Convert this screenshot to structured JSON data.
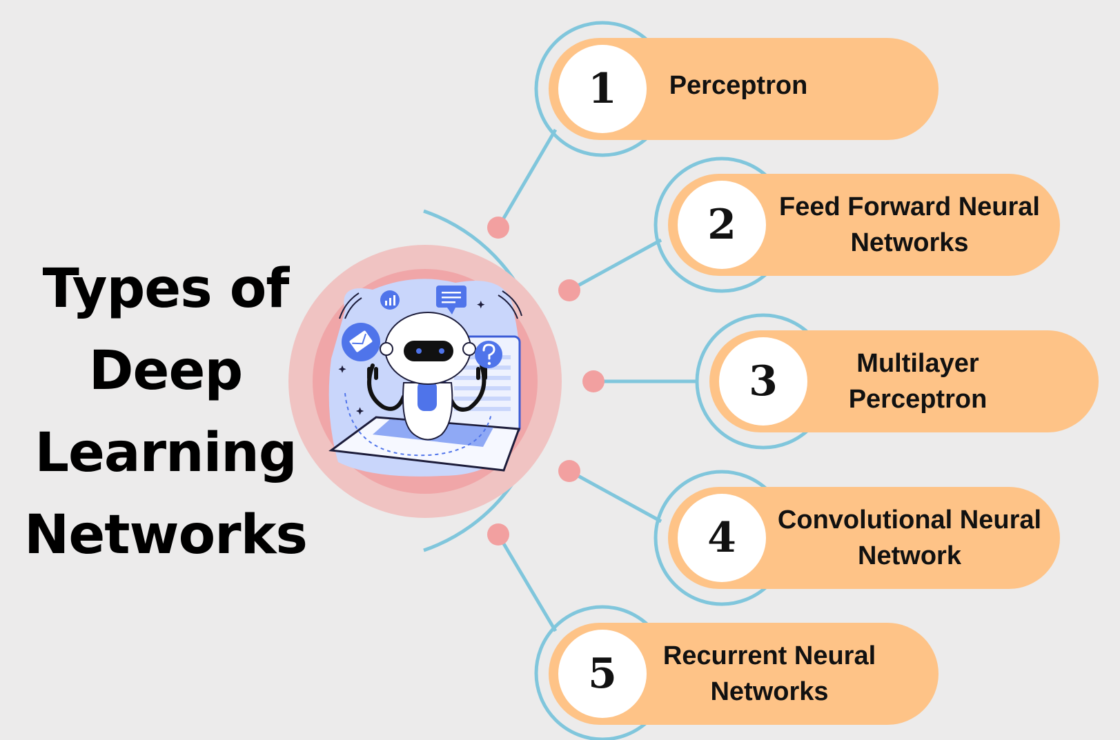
{
  "title_lines": [
    "Types of",
    "Deep",
    "Learning",
    "Networks"
  ],
  "items": [
    {
      "number": "1",
      "lines": [
        "Perceptron"
      ]
    },
    {
      "number": "2",
      "lines": [
        "Feed Forward Neural",
        "Networks"
      ]
    },
    {
      "number": "3",
      "lines": [
        "Multilayer",
        "Perceptron"
      ]
    },
    {
      "number": "4",
      "lines": [
        "Convolutional Neural",
        "Network"
      ]
    },
    {
      "number": "5",
      "lines": [
        "Recurrent Neural",
        "Networks"
      ]
    }
  ],
  "colors": {
    "background": "#ecebeb",
    "connector": "#80c6dc",
    "node": "#f2a0a0",
    "pill": "#fec387",
    "number_circle": "#ffffff",
    "outer_ring": "#f0c3c2",
    "inner_ring": "#f0a6a8",
    "robot_accent": "#4f74ea"
  },
  "icons": {
    "central": "robot-laptop-icon",
    "mail": "envelope-icon",
    "chart": "bar-chart-icon",
    "chat": "chat-bubble-icon",
    "help": "question-mark-icon"
  }
}
